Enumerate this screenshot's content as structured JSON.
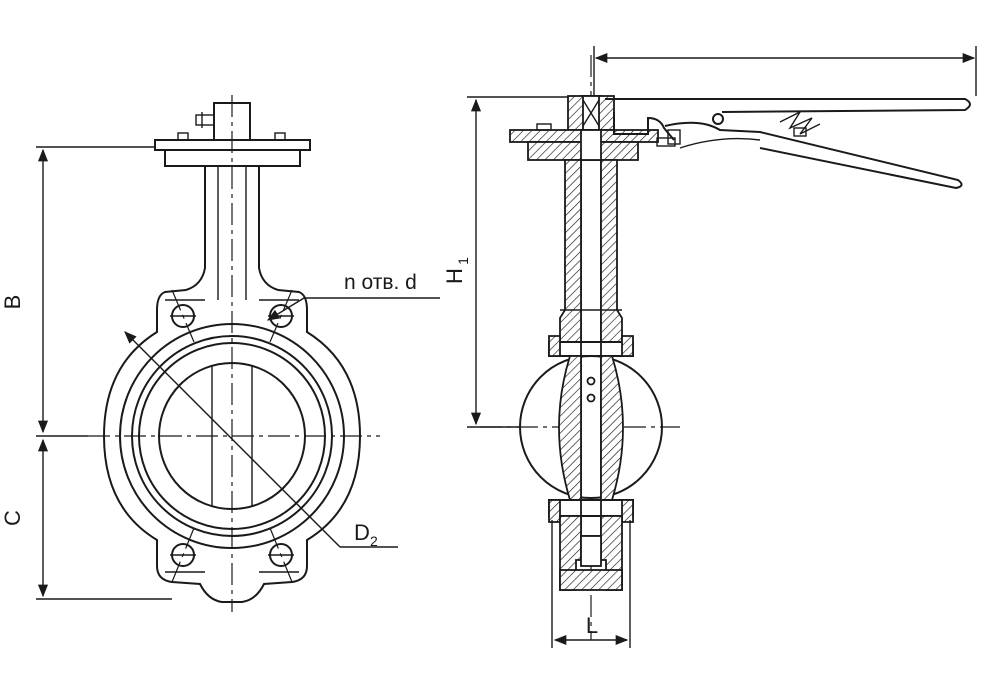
{
  "labels": {
    "b": "B",
    "c": "C",
    "holes": "n отв. d",
    "d2_main": "D",
    "d2_sub": "2",
    "h1_main": "H",
    "h1_sub": "1",
    "l": "L"
  },
  "colors": {
    "line": "#1a1a1a",
    "background": "#ffffff"
  }
}
